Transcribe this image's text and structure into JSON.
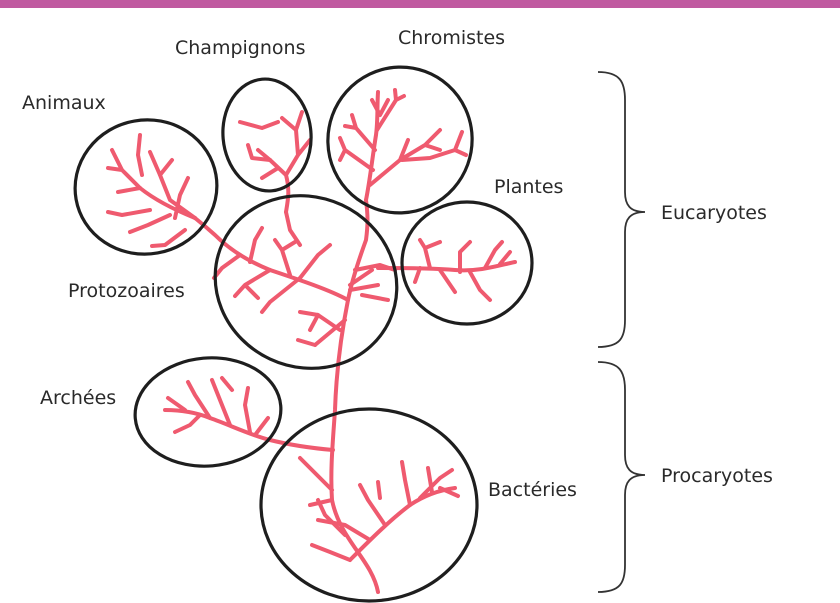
{
  "colors": {
    "accent_bar": "#c05aa0",
    "branch": "#ef5a6f",
    "outline": "#1e1e1e"
  },
  "groups": {
    "animaux": "Animaux",
    "champignons": "Champignons",
    "chromistes": "Chromistes",
    "plantes": "Plantes",
    "protozoaires": "Protozoaires",
    "archees": "Archées",
    "bacteries": "Bactéries"
  },
  "domains": {
    "eucaryotes": "Eucaryotes",
    "procaryotes": "Procaryotes"
  }
}
